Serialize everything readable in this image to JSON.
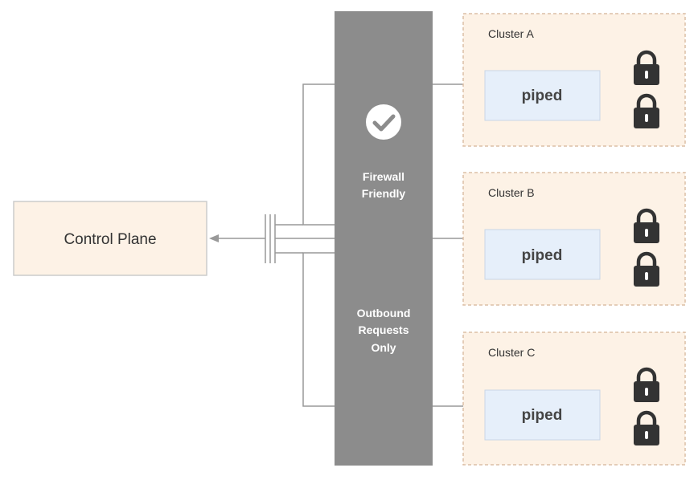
{
  "control_plane": {
    "label": "Control Plane"
  },
  "firewall": {
    "top_label": [
      "Firewall",
      "Friendly"
    ],
    "bottom_label": [
      "Outbound",
      "Requests",
      "Only"
    ]
  },
  "clusters": [
    {
      "name": "Cluster A",
      "agent": "piped"
    },
    {
      "name": "Cluster B",
      "agent": "piped"
    },
    {
      "name": "Cluster C",
      "agent": "piped"
    }
  ],
  "colors": {
    "control_plane_fill": "#fdf2e6",
    "control_plane_border": "#cccccc",
    "firewall_fill": "#8c8c8c",
    "cluster_fill": "#fdf2e6",
    "cluster_border": "#dcbfa6",
    "piped_fill": "#e6effa",
    "piped_border": "#c9d5e6",
    "connector": "#999999",
    "lock": "#333333"
  },
  "icons": {
    "firewall": "check-circle-icon",
    "cluster_security": "lock-icon"
  }
}
